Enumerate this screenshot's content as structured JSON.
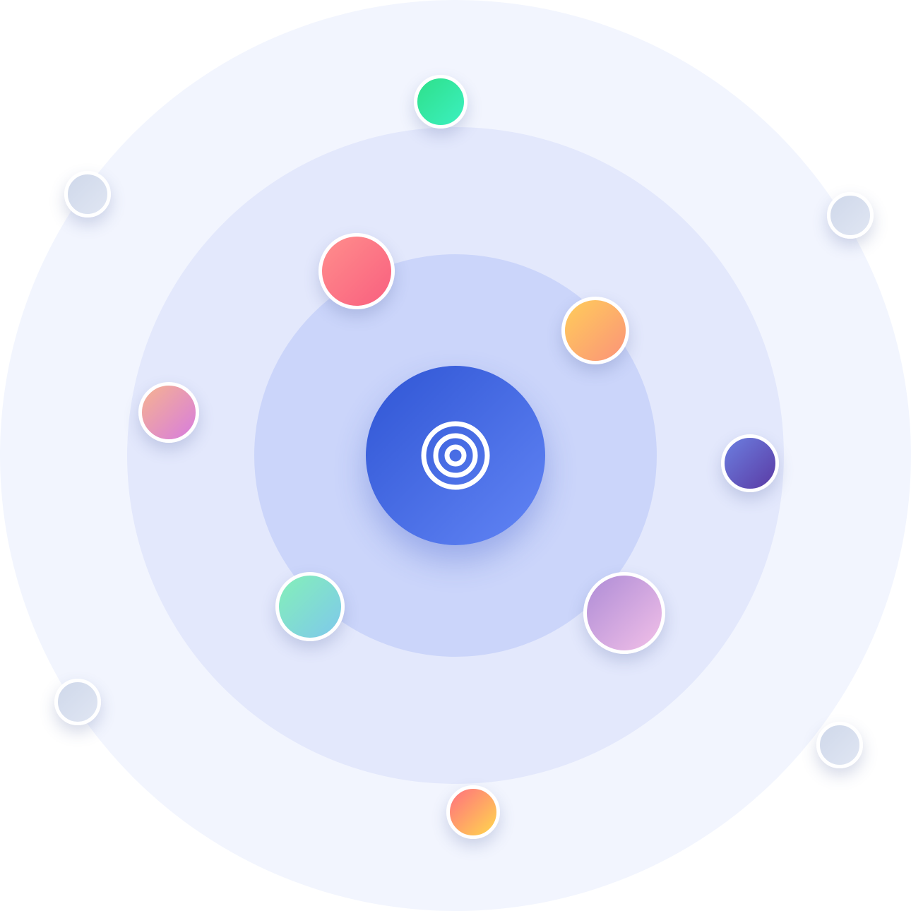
{
  "diagram": {
    "background": "#ffffff",
    "rings": {
      "outer_color": "#f2f5fe",
      "middle_color": "#e3e8fc",
      "inner_color": "#cbd5fa"
    },
    "hub": {
      "icon": "target-icon",
      "gradient": [
        "#2f55d4",
        "#6285f5"
      ],
      "icon_color": "#ffffff"
    },
    "nodes": [
      {
        "id": "node-green",
        "ring": "outer",
        "gradient": [
          "#2ee08a",
          "#3cf0c0"
        ]
      },
      {
        "id": "node-gray-1",
        "ring": "outer",
        "gradient": [
          "#cfd8ea",
          "#e0e6f3"
        ]
      },
      {
        "id": "node-gray-2",
        "ring": "outer",
        "gradient": [
          "#cfd8ea",
          "#e0e6f3"
        ]
      },
      {
        "id": "node-gray-3",
        "ring": "outer",
        "gradient": [
          "#cfd8ea",
          "#e0e6f3"
        ]
      },
      {
        "id": "node-gray-4",
        "ring": "outer",
        "gradient": [
          "#cfd8ea",
          "#e0e6f3"
        ]
      },
      {
        "id": "node-orange-yellow",
        "ring": "outer",
        "gradient": [
          "#ff6f7f",
          "#ffd84d"
        ]
      },
      {
        "id": "node-coral",
        "ring": "middle",
        "gradient": [
          "#ff8e8c",
          "#f95f7f"
        ]
      },
      {
        "id": "node-peach-pink",
        "ring": "middle",
        "gradient": [
          "#f6b38f",
          "#d77cdf"
        ]
      },
      {
        "id": "node-indigo",
        "ring": "middle",
        "gradient": [
          "#6c7fe0",
          "#5a3aa4"
        ]
      },
      {
        "id": "node-mint-aqua",
        "ring": "inner",
        "gradient": [
          "#84f0b8",
          "#7ec8ec"
        ]
      },
      {
        "id": "node-lavender",
        "ring": "inner",
        "gradient": [
          "#ae8cd6",
          "#f2c0e8"
        ]
      },
      {
        "id": "node-amber",
        "ring": "inner",
        "gradient": [
          "#ffcd5a",
          "#fb9379"
        ]
      }
    ]
  }
}
